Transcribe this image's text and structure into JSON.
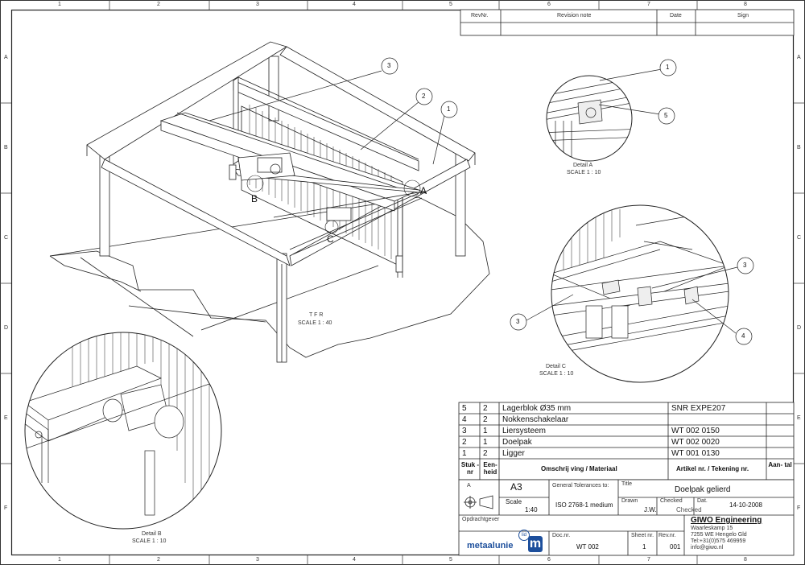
{
  "border": {
    "col_labels": [
      "1",
      "2",
      "3",
      "4",
      "5",
      "6",
      "7",
      "8"
    ],
    "row_labels": [
      "A",
      "B",
      "C",
      "D",
      "E",
      "F"
    ]
  },
  "revision_table": {
    "headers": [
      "RevNr.",
      "Revision note",
      "Date",
      "Sign"
    ]
  },
  "views": {
    "main_label": "T F R",
    "main_scale": "SCALE 1 : 40",
    "detail_a_label": "Detail A",
    "detail_a_scale": "SCALE 1 : 10",
    "detail_b_label": "Detail B",
    "detail_b_scale": "SCALE 1 : 10",
    "detail_c_label": "Detail C",
    "detail_c_scale": "SCALE 1 : 10",
    "markers": {
      "a": "A",
      "b": "B",
      "c": "C"
    },
    "balloons": [
      "3",
      "2",
      "1",
      "1",
      "5",
      "3",
      "3",
      "4"
    ]
  },
  "bom": {
    "rows": [
      {
        "num": "5",
        "qty": "2",
        "desc": "Lagerblok Ø35 mm",
        "art": "SNR EXPE207"
      },
      {
        "num": "4",
        "qty": "2",
        "desc": "Nokkenschakelaar",
        "art": ""
      },
      {
        "num": "3",
        "qty": "1",
        "desc": "Liersysteem",
        "art": "WT 002 0150"
      },
      {
        "num": "2",
        "qty": "1",
        "desc": "Doelpak",
        "art": "WT 002 0020"
      },
      {
        "num": "1",
        "qty": "2",
        "desc": "Ligger",
        "art": "WT 001 0130"
      }
    ],
    "header": {
      "stuk": "Stuk - nr",
      "eenheid": "Een- heid",
      "desc": "Omschrij ving / Materiaal",
      "art": "Artikel nr. / Tekening nr.",
      "aantal": "Aan- tal"
    }
  },
  "title_block": {
    "projection_label": "A",
    "format": "A3",
    "scale_label": "Scale",
    "scale_value": "1:40",
    "tolerances_label": "General Tolerances to:",
    "tolerances_value": "ISO 2768-1 medium",
    "title_label": "Title",
    "title_value": "Doelpak gelierd",
    "drawn_label": "Drawn",
    "drawn_value": "J.W.",
    "checked_label": "Checked",
    "checked_value": "Checked",
    "date_label": "Dat.",
    "date_value": "14-10-2008",
    "client_label": "Opdrachtgever",
    "company_name": "GIWO Engineering",
    "company_address": [
      "Waarleskamp 15",
      "7255 WE Hengelo Gld",
      "Tel:+31(0)575 469959",
      "info@giwo.nl"
    ],
    "doc_label": "Doc.nr.",
    "doc_value": "WT 002",
    "sheet_label": "Sheet nr.",
    "sheet_value": "1",
    "rev_label": "Rev.nr.",
    "rev_value": "001",
    "logo_text": "metaalunie",
    "logo_badge": "lid"
  }
}
